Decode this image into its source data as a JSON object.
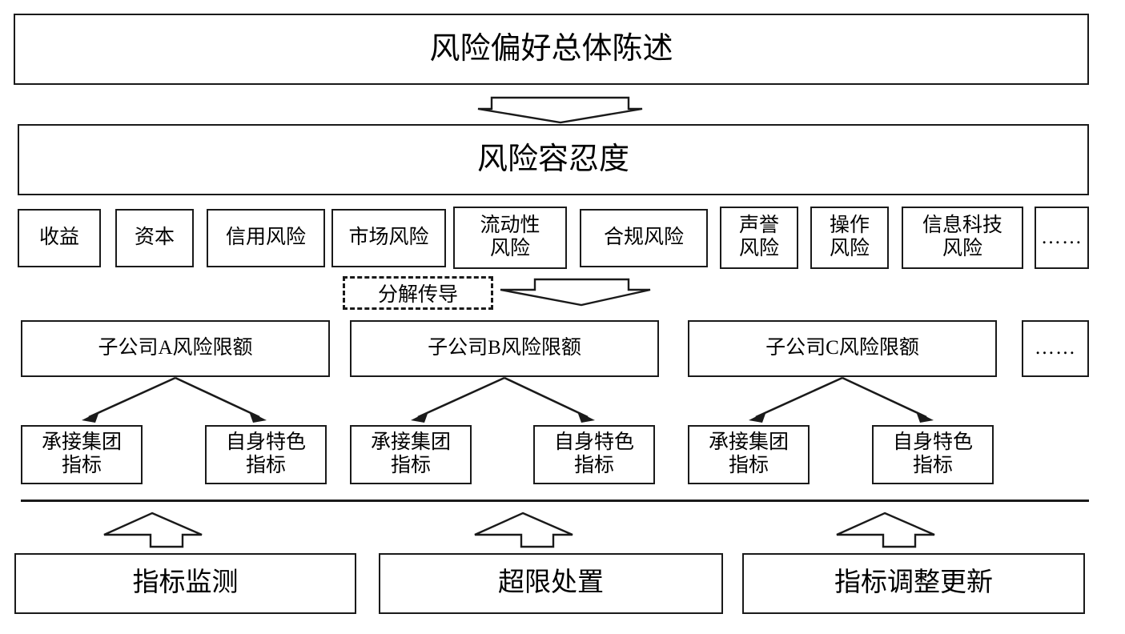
{
  "diagram": {
    "title_band": "风险偏好总体陈述",
    "second_band": "风险容忍度",
    "risk_categories": [
      {
        "label": "收益"
      },
      {
        "label": "资本"
      },
      {
        "label": "信用风险"
      },
      {
        "label": "市场风险"
      },
      {
        "label": "流动性\n风险"
      },
      {
        "label": "合规风险"
      },
      {
        "label": "声誉\n风险"
      },
      {
        "label": "操作\n风险"
      },
      {
        "label": "信息科技\n风险"
      },
      {
        "label": "……"
      }
    ],
    "transmission_tag": "分解传导",
    "subsidiaries": [
      {
        "label": "子公司A风险限额",
        "children": [
          "承接集团\n指标",
          "自身特色\n指标"
        ]
      },
      {
        "label": "子公司B风险限额",
        "children": [
          "承接集团\n指标",
          "自身特色\n指标"
        ]
      },
      {
        "label": "子公司C风险限额",
        "children": [
          "承接集团\n指标",
          "自身特色\n指标"
        ]
      }
    ],
    "subsidiaries_more": "……",
    "bottom_processes": [
      "指标监测",
      "超限处置",
      "指标调整更新"
    ],
    "colors": {
      "stroke": "#1a1a1a",
      "background": "#ffffff"
    }
  }
}
